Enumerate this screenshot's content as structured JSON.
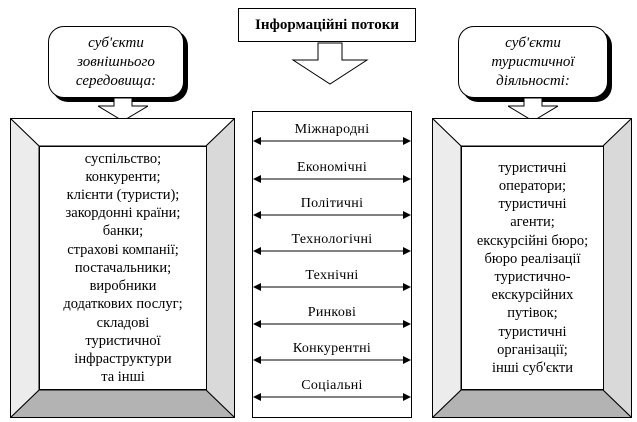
{
  "title": "Інформаційні потоки",
  "left_header": "суб'єкти\nзовнішнього\nсередовища:",
  "right_header": "суб'єкти\nтуристичної\nдіяльності:",
  "left_items": "суспільство;\nконкуренти;\nклієнти (туристи);\nзакордонні країни;\nбанки;\nстрахові компанії;\nпостачальники;\nвиробники\nдодаткових послуг;\nскладові\nтуристичної\nінфраструктури\nта інші",
  "right_items": "туристичні\nоператори;\nтуристичні\nагенти;\nекскурсійні бюро;\nбюро реалізації\nтуристично-\nекскурсійних\nпутівок;\nтуристичні\nорганізації;\nінші суб'єкти",
  "flows": [
    "Міжнародні",
    "Економічні",
    "Політичні",
    "Технологічні",
    "Технічні",
    "Ринкові",
    "Конкурентні",
    "Соціальні"
  ]
}
